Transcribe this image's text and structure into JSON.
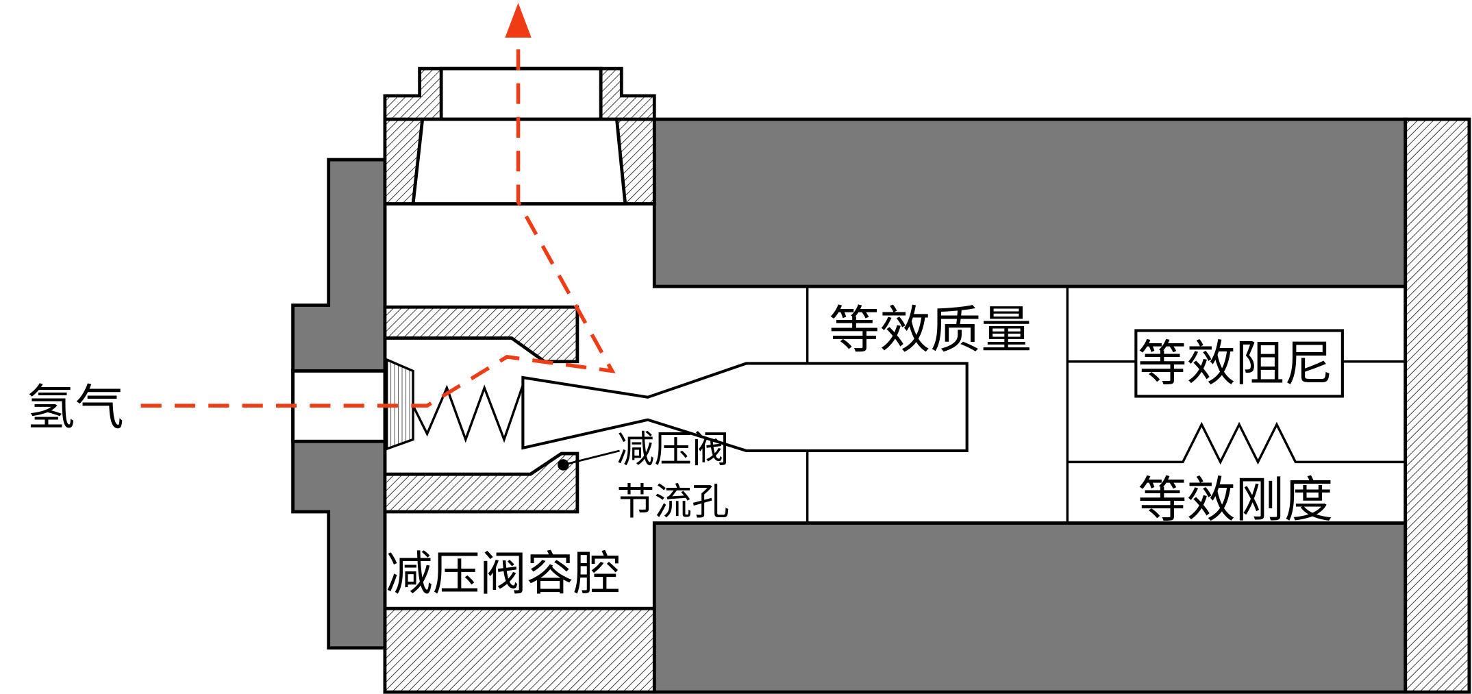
{
  "labels": {
    "hydrogen": "氢气",
    "equivalent_mass": "等效质量",
    "equivalent_damping": "等效阻尼",
    "equivalent_stiffness": "等效刚度",
    "valve_orifice_line1": "减压阀",
    "valve_orifice_line2": "节流孔",
    "valve_chamber": "减压阀容腔"
  },
  "colors": {
    "flow_path": "#f03c14",
    "solid_fill": "#7a7a7a",
    "outline": "#000000"
  }
}
